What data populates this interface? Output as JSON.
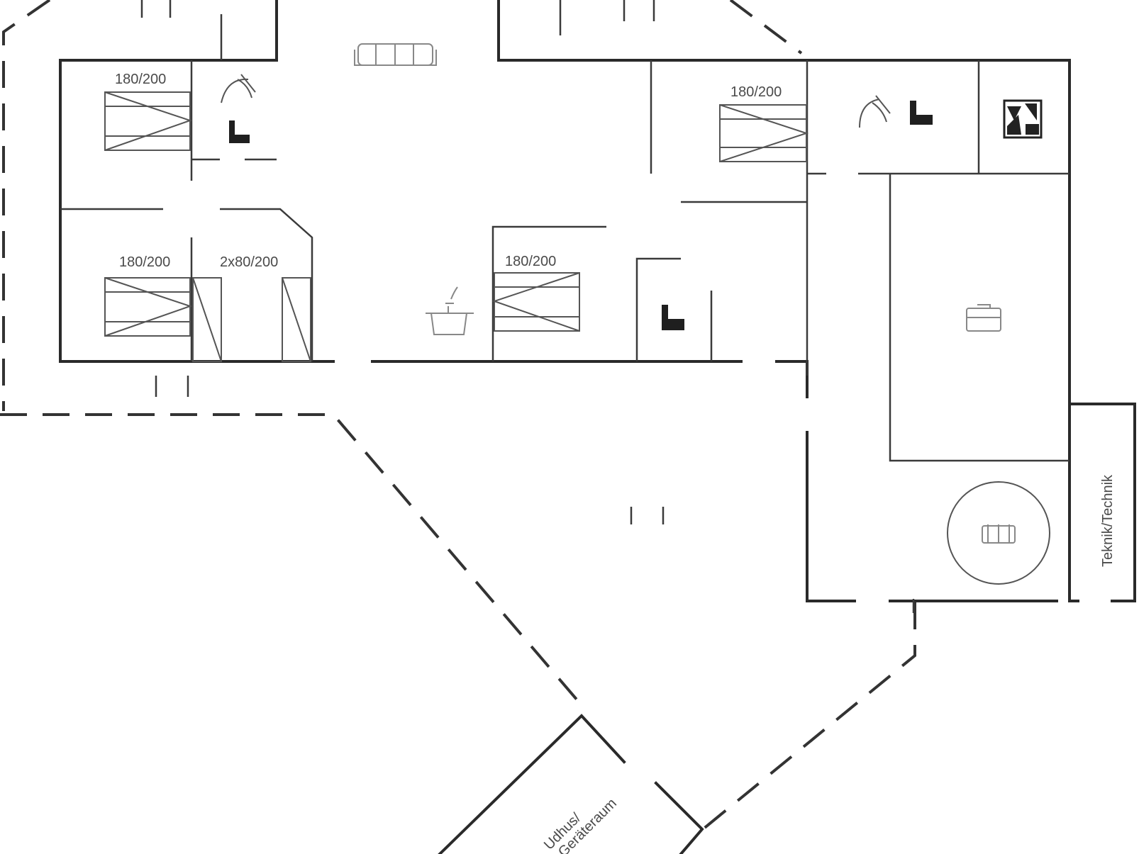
{
  "bed_labels": {
    "bedroom_top_left": "180/200",
    "bedroom_bottom_left": "180/200",
    "bedroom_bunks": "2x80/200",
    "bedroom_center": "180/200",
    "bedroom_top_right": "180/200"
  },
  "room_labels": {
    "technical_room": "Teknik/Technik",
    "annex_line1": "Udhus/",
    "annex_line2": "Geräteraum"
  },
  "icons": [
    "sofa-icon",
    "shower-icon",
    "toilet-icon",
    "cooking-pot-icon",
    "washing-machine-icon",
    "sauna-stove-icon",
    "hot-tub-icon"
  ]
}
